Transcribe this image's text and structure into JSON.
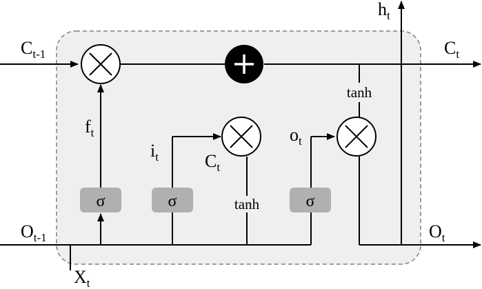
{
  "labels": {
    "c_prev": {
      "base": "C",
      "sub": "t-1"
    },
    "c_out": {
      "base": "C",
      "sub": "t"
    },
    "h_out": {
      "base": "h",
      "sub": "t"
    },
    "o_prev": {
      "base": "O",
      "sub": "t-1"
    },
    "o_out": {
      "base": "O",
      "sub": "t"
    },
    "x_in": {
      "base": "X",
      "sub": "t"
    },
    "f_gate": {
      "base": "f",
      "sub": "t"
    },
    "i_gate": {
      "base": "i",
      "sub": "t"
    },
    "c_cand": {
      "base": "C",
      "sub": "t"
    },
    "o_gate": {
      "base": "o",
      "sub": "t"
    }
  },
  "gates": {
    "forget": "σ",
    "input": "σ",
    "output": "σ"
  },
  "activations": {
    "candidate": "tanh",
    "cell_out": "tanh"
  },
  "colors": {
    "cell_fill": "#efefef",
    "gate_fill": "#b0b0b0",
    "border": "#7f7f7f",
    "add_node": "#000000"
  }
}
